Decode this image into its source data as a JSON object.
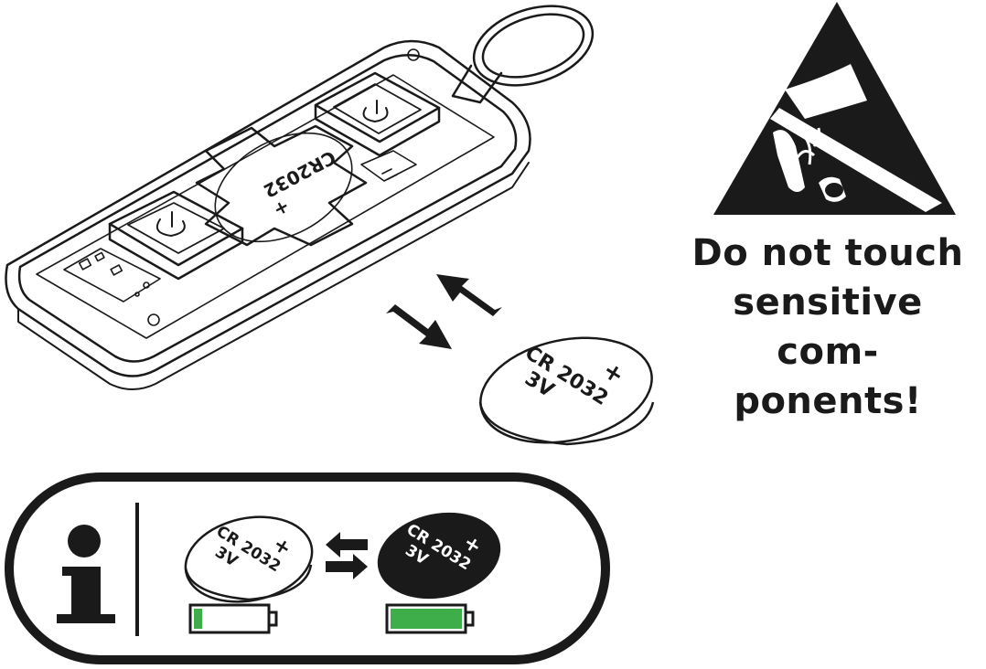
{
  "warning": {
    "lines": [
      "Do not touch",
      "sensitive com-",
      "ponents!"
    ],
    "icon": "esd-warning-icon"
  },
  "fob": {
    "battery_label_top": "+",
    "battery_label": "CR2032"
  },
  "loose_battery": {
    "plus": "+",
    "model": "CR 2032",
    "voltage": "3V"
  },
  "info_panel": {
    "icon": "info-icon",
    "info_glyph": "i",
    "old_battery": {
      "plus": "+",
      "model": "CR 2032",
      "voltage": "3V",
      "charge_level": 0.12
    },
    "new_battery": {
      "plus": "+",
      "model": "CR 2032",
      "voltage": "3V",
      "charge_level": 1.0
    },
    "colors": {
      "battery_green": "#3dae49",
      "frame": "#1a1a1a"
    }
  }
}
